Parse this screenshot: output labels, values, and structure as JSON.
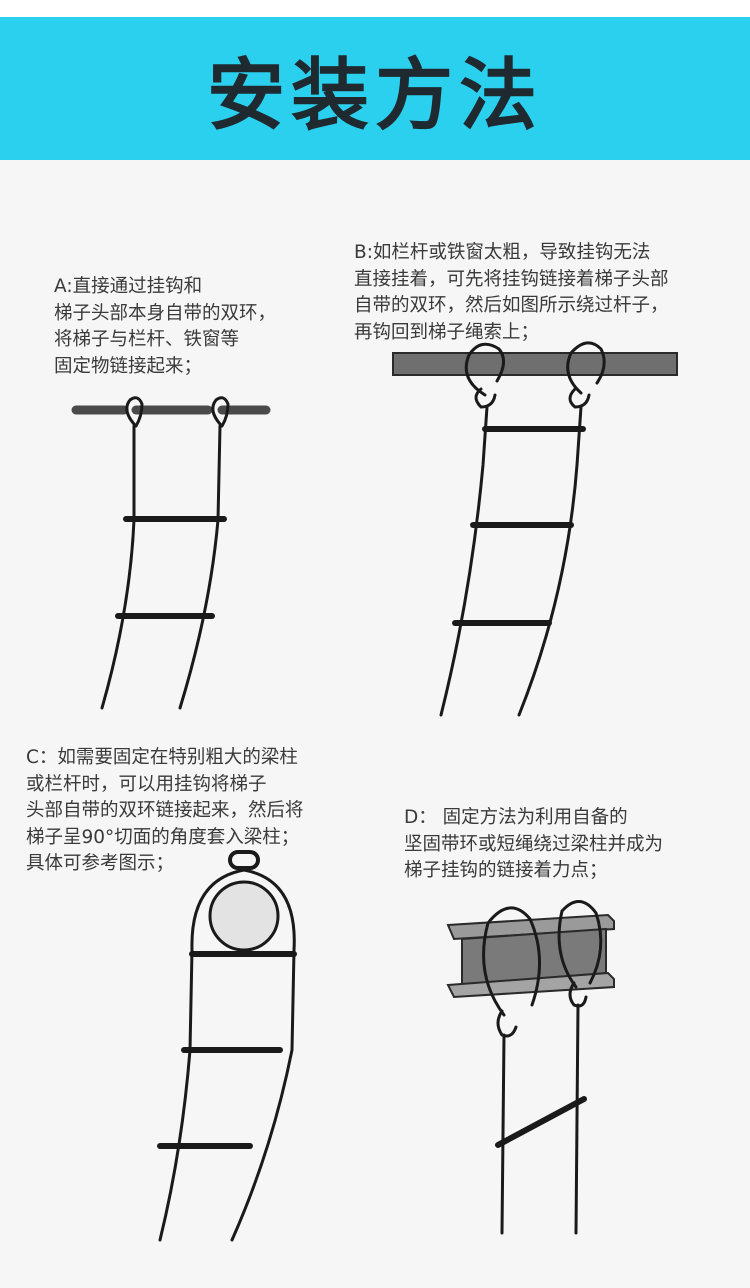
{
  "header": {
    "title": "安装方法"
  },
  "sections": [
    {
      "id": "A",
      "lines": [
        "A:直接通过挂钩和",
        "梯子头部本身自带的双环，",
        "将梯子与栏杆、铁窗等",
        "固定物链接起来；"
      ]
    },
    {
      "id": "B",
      "lines": [
        "B:如栏杆或铁窗太粗，导致挂钩无法",
        "直接挂着，可先将挂钩链接着梯子头部",
        "自带的双环，然后如图所示绕过杆子，",
        "再钩回到梯子绳索上；"
      ]
    },
    {
      "id": "C",
      "lines": [
        "C：如需要固定在特别粗大的梁柱",
        "或栏杆时，可以用挂钩将梯子",
        "头部自带的双环链接起来，然后将",
        "梯子呈90°切面的角度套入梁柱；",
        "具体可参考图示；"
      ]
    },
    {
      "id": "D",
      "lines": [
        "D： 固定方法为利用自备的",
        "坚固带环或短绳绕过梁柱并成为",
        "梯子挂钩的链接着力点；"
      ]
    }
  ]
}
